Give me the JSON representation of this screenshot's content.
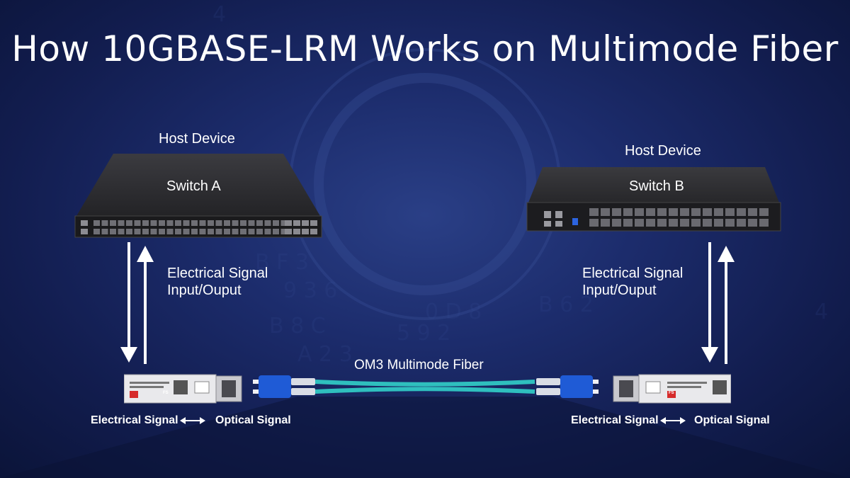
{
  "title": "How 10GBASE-LRM Works on Multimode Fiber",
  "left": {
    "host_label": "Host Device",
    "switch_label": "Switch A",
    "signal_line1": "Electrical Signal",
    "signal_line2": "Input/Ouput",
    "conv_left": "Electrical Signal",
    "conv_right": "Optical Signal",
    "module_brand": "FS"
  },
  "right": {
    "host_label": "Host Device",
    "switch_label": "Switch B",
    "signal_line1": "Electrical Signal",
    "signal_line2": "Input/Ouput",
    "conv_left": "Electrical Signal",
    "conv_right": "Optical Signal",
    "module_brand": "FS"
  },
  "fiber_label": "OM3 Multimode Fiber",
  "colors": {
    "background": "#1c2c6c",
    "fiber": "#2fbfbe",
    "connector": "#1f5bd6",
    "switch_body": "#2a2a2d",
    "module_tag": "#d62b2b"
  }
}
